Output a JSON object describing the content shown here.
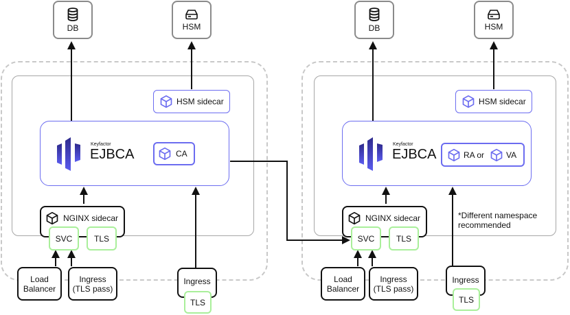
{
  "diagram": {
    "left_cluster": {
      "db_label": "DB",
      "hsm_label": "HSM",
      "hsm_sidecar_label": "HSM sidecar",
      "logo_brand": "Keyfactor",
      "logo_product": "EJBCA",
      "role_label": "CA",
      "nginx_label": "NGINX sidecar",
      "svc_label": "SVC",
      "tls_label": "TLS",
      "load_balancer_label": "Load\nBalancer",
      "ingress_pass_label": "Ingress\n(TLS pass)",
      "ingress_label": "Ingress",
      "ingress_tls_label": "TLS"
    },
    "right_cluster": {
      "db_label": "DB",
      "hsm_label": "HSM",
      "hsm_sidecar_label": "HSM sidecar",
      "logo_brand": "Keyfactor",
      "logo_product": "EJBCA",
      "role_label_ra": "RA or",
      "role_label_va": "VA",
      "nginx_label": "NGINX sidecar",
      "svc_label": "SVC",
      "tls_label": "TLS",
      "load_balancer_label": "Load\nBalancer",
      "ingress_pass_label": "Ingress\n(TLS pass)",
      "ingress_label": "Ingress",
      "ingress_tls_label": "TLS",
      "note": "*Different namespace recommended"
    },
    "colors": {
      "accent_purple": "#6b6cf0",
      "tls_green": "#a9ef9a",
      "namespace_border": "#c8c8c8",
      "logo_gradient_top": "#2e2a8c",
      "logo_gradient_bottom": "#5b5cf0"
    }
  }
}
